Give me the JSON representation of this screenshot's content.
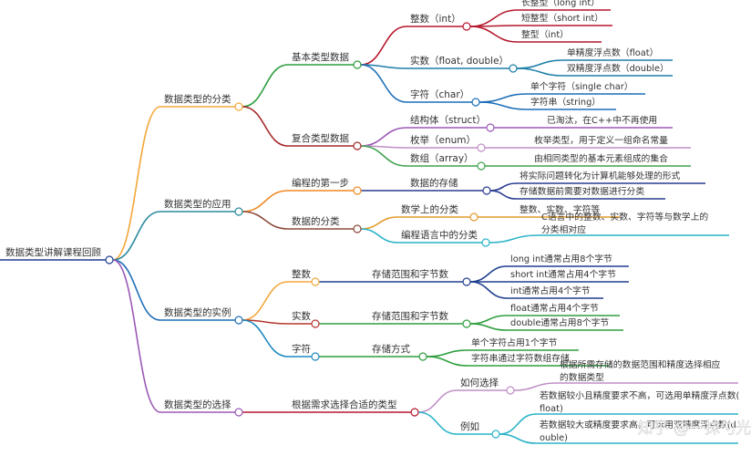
{
  "root": "数据类型讲解课程回顾",
  "branches": [
    {
      "label": "数据类型的分类",
      "color": "#f3a73b",
      "children": [
        {
          "label": "基本类型数据",
          "color": "#2e9e3f",
          "children": [
            {
              "label": "整数（int）",
              "color": "#b5162b",
              "children": [
                "长整型（long int）",
                "短整型（short int）",
                "整型（int）"
              ]
            },
            {
              "label": "实数（float, double）",
              "color": "#1d7fa8",
              "children": [
                "单精度浮点数（float）",
                "双精度浮点数（double）"
              ]
            },
            {
              "label": "字符（char）",
              "color": "#1c6fb8",
              "children": [
                "单个字符（single char）",
                "字符串（string）"
              ]
            }
          ]
        },
        {
          "label": "复合类型数据",
          "color": "#a52a2a",
          "children": [
            {
              "label": "结构体（struct）",
              "color": "#9b59b6",
              "children": [
                "已淘汰，在C++中不再使用"
              ]
            },
            {
              "label": "枚举（enum）",
              "color": "#c08fc7",
              "children": [
                "枚举类型，用于定义一组命名常量"
              ]
            },
            {
              "label": "数组（array）",
              "color": "#3fa34d",
              "children": [
                "由相同类型的基本元素组成的集合"
              ]
            }
          ]
        }
      ]
    },
    {
      "label": "数据类型的应用",
      "color": "#2b8a9e",
      "children": [
        {
          "label": "编程的第一步",
          "color": "#f08a24",
          "children": [
            {
              "label": "数据的存储",
              "color": "#2a3b8f",
              "children": [
                "将实际问题转化为计算机能够处理的形式",
                "存储数据前需要对数据进行分类"
              ]
            }
          ]
        },
        {
          "label": "数据的分类",
          "color": "#8c4a3a",
          "children": [
            {
              "label": "数学上的分类",
              "color": "#e39b2b",
              "children": [
                "整数、实数、字符等"
              ]
            },
            {
              "label": "编程语言中的分类",
              "color": "#2ab3c9",
              "children": [
                "C语言中的整数、实数、字符等与数学上的分类相对应"
              ]
            }
          ]
        }
      ]
    },
    {
      "label": "数据类型的实例",
      "color": "#1f6db8",
      "children": [
        {
          "label": "整数",
          "color": "#f3a73b",
          "children": [
            {
              "label": "存储范围和字节数",
              "color": "#1f3f8f",
              "children": [
                "long int通常占用8个字节",
                "short int通常占用4个字节",
                "int通常占用4个字节"
              ]
            }
          ]
        },
        {
          "label": "实数",
          "color": "#b5362f",
          "children": [
            {
              "label": "存储范围和字节数",
              "color": "#2e9e3f",
              "children": [
                "float通常占用4个字节",
                "double通常占用8个字节"
              ]
            }
          ]
        },
        {
          "label": "字符",
          "color": "#1f8ac0",
          "children": [
            {
              "label": "存储方式",
              "color": "#2e9e3f",
              "children": [
                "单个字符占用1个字节",
                "字符串通过字符数组存储"
              ]
            }
          ]
        }
      ]
    },
    {
      "label": "数据类型的选择",
      "color": "#9b59b6",
      "children": [
        {
          "label": "根据需求选择合适的类型",
          "color": "#b5162b",
          "children": [
            {
              "label": "如何选择",
              "color": "#c08fc7",
              "children": [
                "根据所需存储的数据范围和精度选择相应的数据类型"
              ]
            },
            {
              "label": "例如",
              "color": "#2ab3c9",
              "children": [
                "若数据较小且精度要求不高，可选用单精度浮点数(float)",
                "若数据较大或精度要求高，可选用双精度浮点数(double)"
              ]
            }
          ]
        }
      ]
    }
  ],
  "watermark": "知乎 @一抹勺光"
}
